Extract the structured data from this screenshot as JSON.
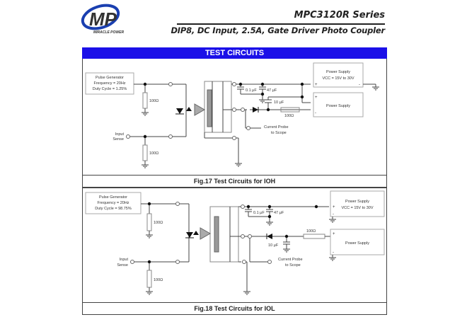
{
  "header": {
    "logo_text": "MP",
    "logo_tagline": "MIRACLE POWER",
    "series": "MPC3120R Series",
    "subtitle": "DIP8, DC Input, 2.5A, Gate Driver Photo Coupler"
  },
  "section": {
    "title": "TEST CIRCUITS"
  },
  "colors": {
    "banner": "#1b10e8",
    "logo_blue": "#1a3fb0",
    "logo_red": "#c0242a"
  },
  "figures": [
    {
      "caption": "Fig.17 Test Circuits for IOH",
      "pulse_generator": [
        "Pulse Generator",
        "Frequency = 20Hz",
        "Duty Cycle = 1.25%"
      ],
      "resistor_top": "100Ω",
      "resistor_bottom": "100Ω",
      "input_sense": [
        "Input",
        "Sense"
      ],
      "cap_small": "0.1 μF",
      "cap_large": "47 μF",
      "cap_out": "10 μF",
      "resistor_out": "100Ω",
      "psu1": [
        "Power Supply",
        "VCC = 15V to 30V"
      ],
      "psu2": [
        "Power Supply"
      ],
      "probe": [
        "Current Probe",
        "to Scope"
      ],
      "plus": "+",
      "minus": "-"
    },
    {
      "caption": "Fig.18 Test Circuits for IOL",
      "pulse_generator": [
        "Pulse Generator",
        "Frequency = 20Hz",
        "Duty Cycle = 98.75%"
      ],
      "resistor_top": "100Ω",
      "resistor_bottom": "100Ω",
      "input_sense": [
        "Input",
        "Sense"
      ],
      "cap_small": "0.1 μF",
      "cap_large": "47 μF",
      "cap_out": "10 μF",
      "resistor_out": "100Ω",
      "psu1": [
        "Power Supply",
        "VCC = 15V to 30V"
      ],
      "psu2": [
        "Power Supply"
      ],
      "probe": [
        "Current Probe",
        "to Scope"
      ],
      "plus": "+",
      "minus": "-"
    }
  ]
}
